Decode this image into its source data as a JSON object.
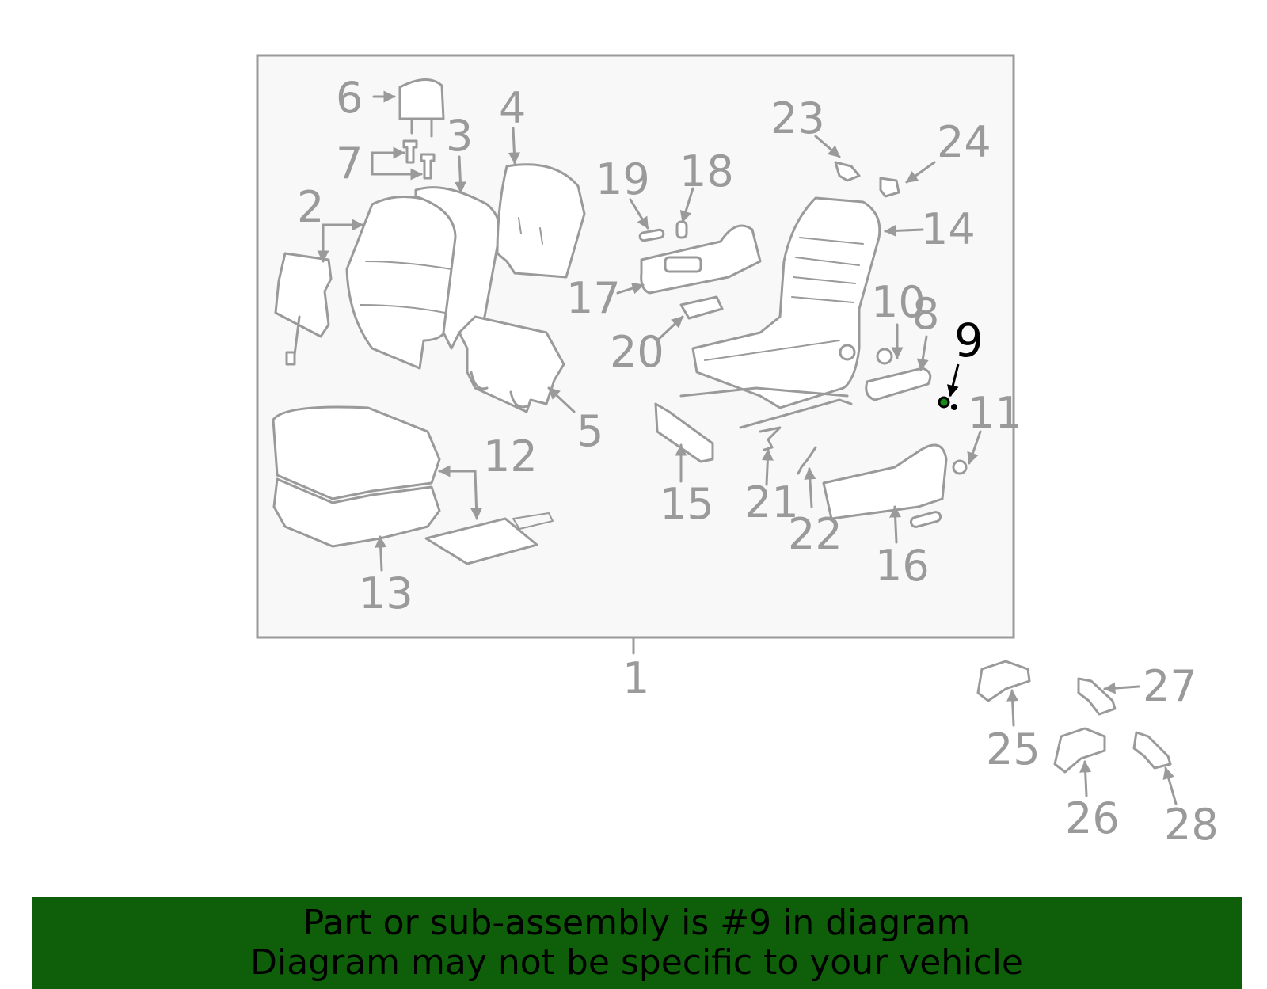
{
  "diagram": {
    "highlighted_part": "9",
    "callouts": [
      "1",
      "2",
      "3",
      "4",
      "5",
      "6",
      "7",
      "8",
      "9",
      "10",
      "11",
      "12",
      "13",
      "14",
      "15",
      "16",
      "17",
      "18",
      "19",
      "20",
      "21",
      "22",
      "23",
      "24",
      "25",
      "26",
      "27",
      "28"
    ]
  },
  "banner": {
    "line1": "Part or sub-assembly is #9 in diagram",
    "line2": "Diagram may not be specific to your vehicle"
  },
  "colors": {
    "line": "#9a9a9a",
    "highlight": "#000000",
    "highlight_part": "#1a8a1a",
    "banner_bg": "#0f5e0a",
    "panel_bg": "#f8f8f8"
  }
}
